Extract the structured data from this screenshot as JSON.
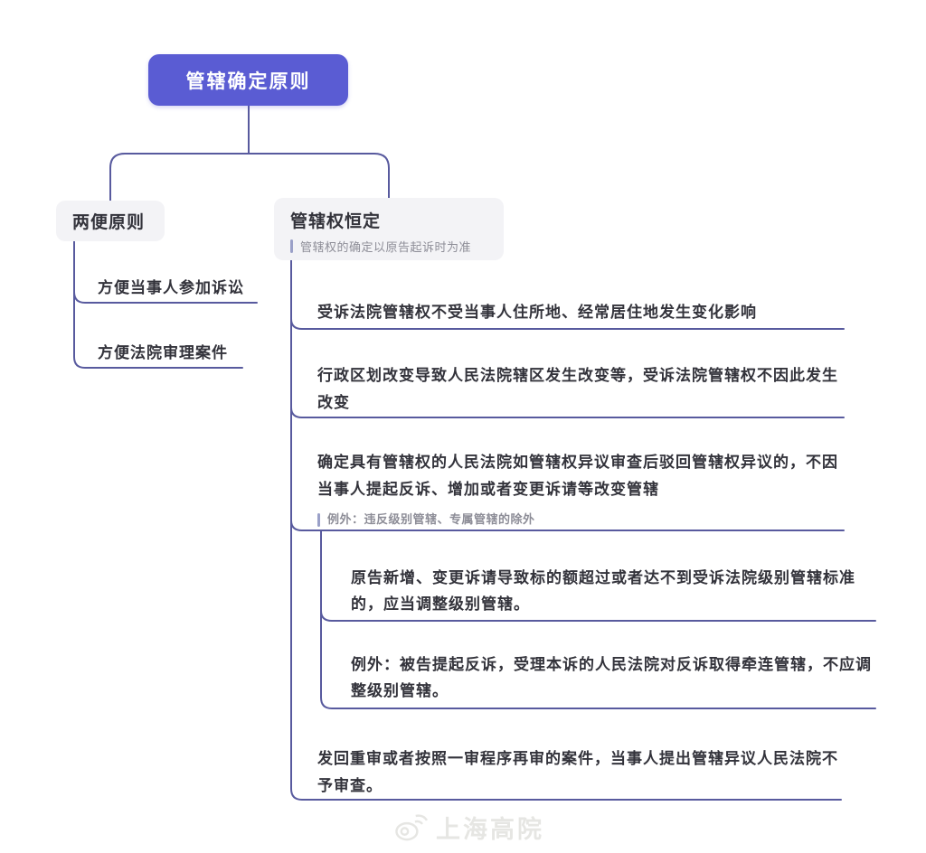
{
  "diagram": {
    "root": {
      "label": "管辖确定原则"
    },
    "branches": [
      {
        "title": "两便原则",
        "children": [
          {
            "text": "方便当事人参加诉讼"
          },
          {
            "text": "方便法院审理案件"
          }
        ]
      },
      {
        "title": "管辖权恒定",
        "subtitle": "管辖权的确定以原告起诉时为准",
        "children": [
          {
            "text": "受诉法院管辖权不受当事人住所地、经常居住地发生变化影响"
          },
          {
            "text": "行政区划改变导致人民法院辖区发生改变等，受诉法院管辖权不因此发生改变"
          },
          {
            "text": "确定具有管辖权的人民法院如管辖权异议审查后驳回管辖权异议的，不因当事人提起反诉、增加或者变更诉请等改变管辖",
            "note": "例外：违反级别管辖、专属管辖的除外",
            "children": [
              {
                "text": "原告新增、变更诉请导致标的额超过或者达不到受诉法院级别管辖标准的，应当调整级别管辖。"
              },
              {
                "text": "例外：被告提起反诉，受理本诉的人民法院对反诉取得牵连管辖，不应调整级别管辖。"
              }
            ]
          },
          {
            "text": "发回重审或者按照一审程序再审的案件，当事人提出管辖异议人民法院不予审查。"
          }
        ]
      }
    ]
  },
  "watermark": {
    "text": "上海高院",
    "icon": "weibo-icon"
  },
  "colors": {
    "root_bg": "#5a5cd3",
    "root_text": "#ffffff",
    "branch_box_bg": "#f3f3f6",
    "text_dark": "#33333b",
    "note_text": "#8d8d97",
    "note_bar": "#9aa0c8",
    "connector": "#585a9e",
    "watermark": "#e6e6e3"
  }
}
